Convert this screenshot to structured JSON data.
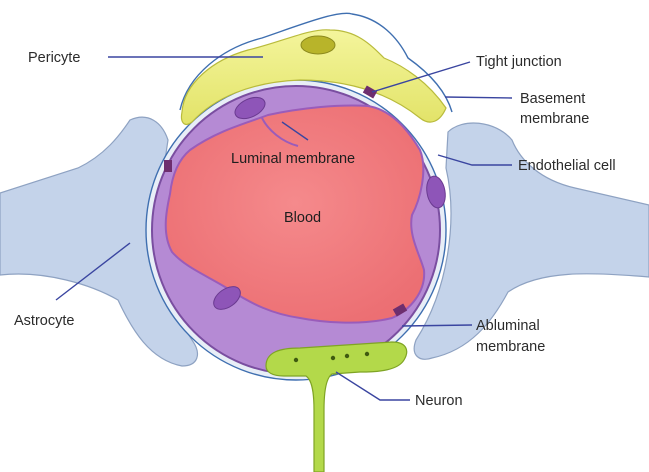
{
  "labels": {
    "pericyte": "Pericyte",
    "tight_junction": "Tight junction",
    "basement_line1": "Basement",
    "basement_line2": "membrane",
    "luminal_membrane": "Luminal membrane",
    "endothelial_cell": "Endothelial cell",
    "blood": "Blood",
    "astrocyte": "Astrocyte",
    "abluminal_line1": "Abluminal",
    "abluminal_line2": "membrane",
    "neuron": "Neuron"
  },
  "colors": {
    "astrocyte": "#c4d3ea",
    "astrocyte_edge": "#8ea2c2",
    "pericyte": "#eef08a",
    "pericyte_edge": "#b9bb3c",
    "pericyte_nucleus": "#b8b42a",
    "basement": "#3f6fb0",
    "endothelium": "#b58ad4",
    "endothelium_edge": "#7a4ea0",
    "nucleus": "#8e55b8",
    "blood": "#f27d80",
    "junction": "#6e2e6e",
    "neuron": "#b3d94a",
    "neuron_edge": "#7fa424",
    "leader": "#3a45a0"
  }
}
